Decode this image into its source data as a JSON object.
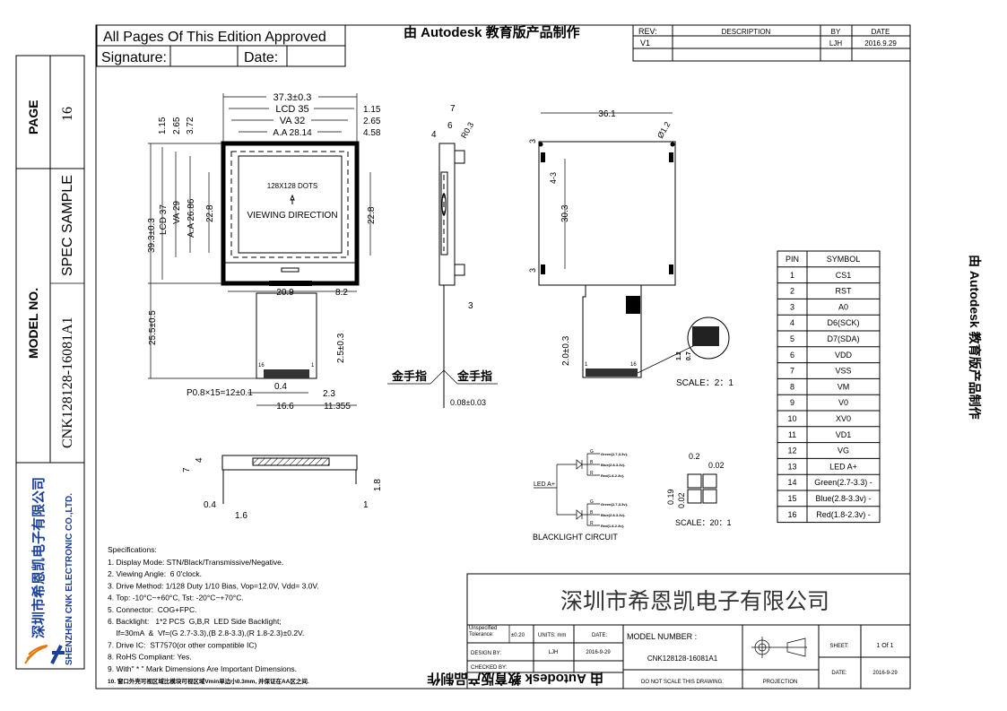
{
  "approval": {
    "title": "All Pages Of This Edition Approved",
    "signature_label": "Signature:",
    "date_label": "Date:"
  },
  "watermark": "由 Autodesk 教育版产品制作",
  "revision": {
    "headers": [
      "REV:",
      "DESCRIPTION",
      "BY",
      "DATE"
    ],
    "rows": [
      [
        "V1",
        "",
        "LJH",
        "2016.9.29"
      ]
    ]
  },
  "side_strip": {
    "page_label": "PAGE",
    "page_value": "16",
    "model_label": "MODEL NO.",
    "spec_label": "SPEC SAMPLE",
    "model_value": "CNK128128-16081A1",
    "company_cn": "深圳市希恩凯电子有限公司",
    "company_en": "SHENZHEN CNK ELECTRONIC CO.,LTD."
  },
  "front_view": {
    "dims_top": [
      "37.3±0.3",
      "LCD 35",
      "VA 32",
      "A.A 28.14"
    ],
    "dims_right_top": [
      "1.15",
      "2.65",
      "4.58"
    ],
    "dims_left_top": [
      "1.15",
      "2.65",
      "3.72"
    ],
    "dims_left": [
      "39.3±0.3",
      "LCD 37",
      "VA 29",
      "A.A 26.86",
      "22.8"
    ],
    "dim_right": "22.8",
    "dots": "128X128 DOTS",
    "viewing": "VIEWING DIRECTION",
    "fpc_dims": {
      "a": "20.9",
      "b": "8.2",
      "height": "25.5±0.5",
      "tab": "2.5±0.3",
      "pitch": "P0.8×15=12±0.1",
      "w1": "0.4",
      "w2": "2.3",
      "width": "16.6",
      "offset": "11.355",
      "pin16": "16",
      "pin1": "1"
    }
  },
  "side_view": {
    "dims": [
      "7",
      "6",
      "4",
      "R0.3",
      "3",
      "0.08±0.03"
    ],
    "gold_finger": "金手指"
  },
  "back_view": {
    "width": "36.1",
    "hole": "Ø1.2",
    "d3a": "3",
    "d43": "4-3",
    "d303": "30.3",
    "d3b": "3",
    "fpc": "2.0±0.3",
    "pin1": "1",
    "pin16": "16",
    "detail_a": "1.2",
    "detail_b": "0.7",
    "scale": "SCALE：2：1"
  },
  "pin_table": {
    "headers": [
      "PIN",
      "SYMBOL"
    ],
    "rows": [
      [
        "1",
        "CS1"
      ],
      [
        "2",
        "RST"
      ],
      [
        "3",
        "A0"
      ],
      [
        "4",
        "D6(SCK)"
      ],
      [
        "5",
        "D7(SDA)"
      ],
      [
        "6",
        "VDD"
      ],
      [
        "7",
        "VSS"
      ],
      [
        "8",
        "VM"
      ],
      [
        "9",
        "V0"
      ],
      [
        "10",
        "XV0"
      ],
      [
        "11",
        "VD1"
      ],
      [
        "12",
        "VG"
      ],
      [
        "13",
        "LED A+"
      ],
      [
        "14",
        "Green(2.7-3.3) -"
      ],
      [
        "15",
        "Blue(2.8-3.3v) -"
      ],
      [
        "16",
        "Red(1.8-2.3v) -"
      ]
    ]
  },
  "backlight": {
    "title": "BLACKLIGHT CIRCUIT",
    "input": "LED A+",
    "g": "G",
    "b": "B",
    "r": "R",
    "g_lbl": "Green(2.7-3.3v)-",
    "b_lbl": "Blue(2.8-3.3v)-",
    "r_lbl": "Red(1.8-2.3v)-"
  },
  "pixel": {
    "d1": "0.2",
    "d2": "0.02",
    "d3": "0.19",
    "d4": "0.02",
    "scale": "SCALE：20：1"
  },
  "bottom_view": {
    "dims": [
      "7",
      "4",
      "1.8",
      "0.4",
      "1.6",
      "1"
    ]
  },
  "specs": {
    "title": "Specifications:",
    "lines": [
      "1. Display Mode: STN/Black/Transmissive/Negative.",
      "2. Viewing Angle:  6 0'clock.",
      "3. Drive Method: 1/128 Duty 1/10 Bias, Vop=12.0V, Vdd= 3.0V.",
      "4. Top: -10°C~+60°C, Tst: -20°C~+70°C.",
      "5. Connector:  COG+FPC.",
      "6. Backlight:   1*2 PCS  G,B,R  LED Side Backlight;",
      "    If=30mA  &  Vf=(G 2.7-3.3),(B 2.8-3.3),(R 1.8-2.3)±0.2V.",
      "7. Drive IC:  ST7570(or other compatible IC)",
      "8. RoHS Compliant: Yes.",
      "9. With\" * \" Mark Dimensions Are Important Dimensions.",
      "10. 窗口外壳可视区域比模块可视区域Vmin单边小0.3mm, 并保证在AA区之间."
    ]
  },
  "title_block": {
    "company": "深圳市希恩凯电子有限公司",
    "tolerance_label": "Unspecified Tolerance:",
    "tolerance": "±0.20",
    "units": "UNITS: mm",
    "date_label": "DATE:",
    "design_label": "DESIGN    BY:",
    "design_by": "LJH",
    "design_date": "2016-9-29",
    "checked_label": "CHECKED  BY:",
    "model_label": "MODEL NUMBER :",
    "model": "CNK128128-16081A1",
    "no_scale": "DO NOT SCALE THIS DRAWING.",
    "projection": "PROJECTION",
    "sheet_label": "SHEET:",
    "sheet": "1 Of 1",
    "date2_label": "DATE:",
    "date2": "2016-9-29"
  }
}
